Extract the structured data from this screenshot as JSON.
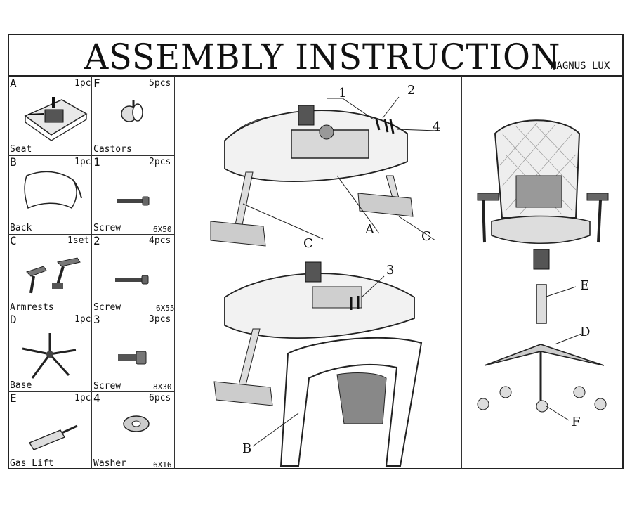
{
  "header": {
    "title": "ASSEMBLY INSTRUCTION",
    "model": "MAGNUS LUX"
  },
  "parts_left": [
    {
      "letter": "A",
      "qty": "1pc",
      "name": "Seat"
    },
    {
      "letter": "B",
      "qty": "1pc",
      "name": "Back"
    },
    {
      "letter": "C",
      "qty": "1set",
      "name": "Armrests"
    },
    {
      "letter": "D",
      "qty": "1pc",
      "name": "Base"
    },
    {
      "letter": "E",
      "qty": "1pc",
      "name": "Gas Lift"
    }
  ],
  "parts_right": [
    {
      "letter": "F",
      "qty": "5pcs",
      "name": "Castors",
      "size": ""
    },
    {
      "letter": "1",
      "qty": "2pcs",
      "name": "Screw",
      "size": "6X50"
    },
    {
      "letter": "2",
      "qty": "4pcs",
      "name": "Screw",
      "size": "6X55"
    },
    {
      "letter": "3",
      "qty": "3pcs",
      "name": "Screw",
      "size": "8X30"
    },
    {
      "letter": "4",
      "qty": "6pcs",
      "name": "Washer",
      "size": "6X16"
    }
  ],
  "step1_labels": {
    "n1": "1",
    "n2": "2",
    "n4": "4",
    "c_left": "C",
    "a": "A",
    "c_right": "C"
  },
  "step2_labels": {
    "n3": "3",
    "b": "B"
  },
  "step3_labels": {
    "e": "E",
    "d": "D",
    "f": "F"
  }
}
